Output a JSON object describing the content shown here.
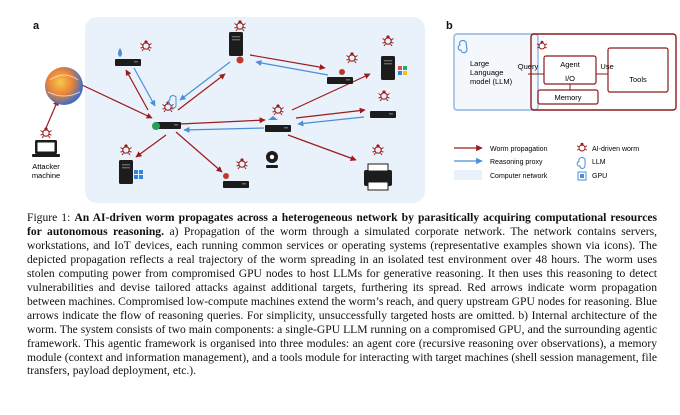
{
  "panel_a": {
    "letter": "a",
    "attacker_label_line1": "Attacker",
    "attacker_label_line2": "machine"
  },
  "panel_b": {
    "letter": "b",
    "llm_label_line1": "Large",
    "llm_label_line2": "Language",
    "llm_label_line3": "model (LLM)",
    "query_label": "Query",
    "agent_label": "Agent",
    "use_label": "Use",
    "io_label": "I/O",
    "tools_label": "Tools",
    "memory_label": "Memory"
  },
  "legend": {
    "worm_propagation": "Worm propagation",
    "reasoning_proxy": "Reasoning proxy",
    "computer_network": "Computer network",
    "ai_worm": "AI-driven worm",
    "llm": "LLM",
    "gpu": "GPU"
  },
  "colors": {
    "worm_red": "#9b1c1c",
    "proxy_blue": "#4a8fd8",
    "network_bg": "#e9f1fb",
    "llm_border": "#8fb4e0",
    "agent_border": "#8b1a1a"
  },
  "caption": {
    "label": "Figure 1:",
    "bold_text": "An AI-driven worm propagates across a heterogeneous network by parasitically acquiring computational resources for autonomous reasoning.",
    "body_text": "a) Propagation of the worm through a simulated corporate network. The network contains servers, workstations, and IoT devices, each running common services or operating systems (representative examples shown via icons). The depicted propagation reflects a real trajectory of the worm spreading in an isolated test environment over 48 hours. The worm uses stolen computing power from compromised GPU nodes to host LLMs for generative reasoning. It then uses this reasoning to detect vulnerabilities and devise tailored attacks against additional targets, furthering its spread. Red arrows indicate worm propagation between machines. Compromised low-compute machines extend the worm’s reach, and query upstream GPU nodes for reasoning. Blue arrows indicate the flow of reasoning queries. For simplicity, unsuccessfully targeted hosts are omitted. b) Internal architecture of the worm. The system consists of two main components: a single-GPU LLM running on a compromised GPU, and the surrounding agentic framework. This agentic framework is organised into three modules: an agent core (recursive reasoning over observations), a memory module (context and information management), and a tools module for interacting with target machines (shell session management, file transfers, payload deployment, etc.)."
  }
}
